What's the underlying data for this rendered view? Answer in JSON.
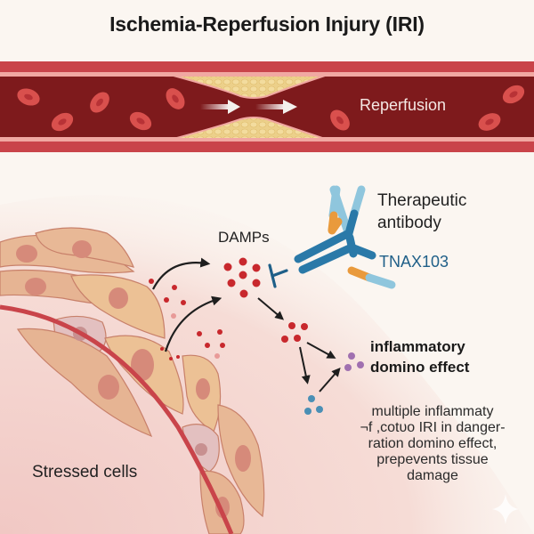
{
  "title": "Ischemia-Reperfusion Injury (IRI)",
  "vessel": {
    "label": "Reperfusion",
    "features": [
      "red-blood-cells",
      "atherosclerotic-plaque",
      "flow-arrows"
    ]
  },
  "damps": {
    "label": "DAMPs"
  },
  "antibody": {
    "label": "Therapeutic antibody",
    "label_lines": [
      "Therapeutic",
      "antibody"
    ],
    "name": "TNAX103",
    "action": "inhibits"
  },
  "cascade": {
    "label_lines": [
      "inflammatory",
      "domino effect"
    ],
    "description_lines": [
      "multiple inflammaty",
      "¬f ,cotυo IRI in danger-",
      "ration domino effect,",
      "prepevents tissue",
      "damage"
    ]
  },
  "cells": {
    "label": "Stressed cells"
  },
  "colors": {
    "background": "#fbf6f1",
    "vessel_wall": "#c9444a",
    "vessel_lumen": "#7e1a1c",
    "plaque": "#ecd08a",
    "rbc": "#d9504d",
    "damp": "#c8282d",
    "antibody_blue": "#2a79a8",
    "antibody_light": "#8fc6dd",
    "antibody_orange": "#e99a3c",
    "purple_cell": "#a070b0",
    "teal_cell": "#4a8fb5",
    "cell_fill": "#e8b896",
    "tissue": "#f3d6d2"
  }
}
